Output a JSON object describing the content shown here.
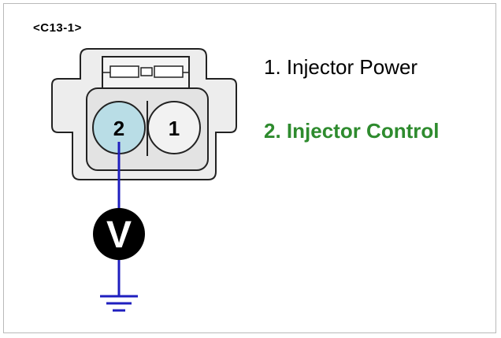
{
  "connector": {
    "id": "<C13-1>"
  },
  "pins": [
    {
      "number": "2",
      "highlighted": true
    },
    {
      "number": "1",
      "highlighted": false
    }
  ],
  "legend": [
    {
      "text": "1. Injector Power",
      "color": "#000000"
    },
    {
      "text": "2. Injector Control",
      "color": "#2e8b2e"
    }
  ],
  "meter": {
    "symbol": "V"
  },
  "colors": {
    "wire": "#1f1fbf",
    "pin_highlight": "#b9dde6",
    "pin_normal": "#f2f2f2",
    "connector_fill": "#e9e9e9",
    "meter_fill": "#000000"
  },
  "icons": {
    "meter": "voltmeter-icon",
    "ground": "ground-icon"
  }
}
